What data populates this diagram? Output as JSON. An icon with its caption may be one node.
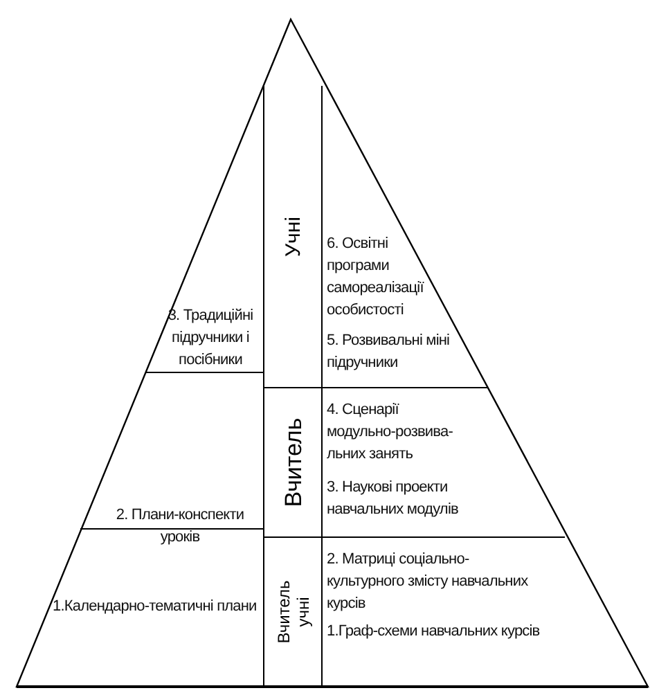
{
  "diagram": {
    "nodes": [
      {
        "text": [
          "Учні"
        ]
      },
      {
        "text": [
          "Вчитель"
        ]
      },
      {
        "text": [
          "Вчитель учні"
        ]
      }
    ],
    "labels": [
      "6. Освітні програми самореалізації особистості",
      "3. Традиційні підручники і посібники",
      "5. Розвивальні міні підручники",
      "4. Сценарії модульно-розвива- льних занять",
      "2. Плани-конспекти уроків",
      "3. Наукові проекти навчальних модулів",
      "2. Матриці соціально-культурного змісту навчальних курсів",
      "1.Календарно-тематичні плани",
      "1.Граф-схеми навчальних курсів"
    ]
  }
}
